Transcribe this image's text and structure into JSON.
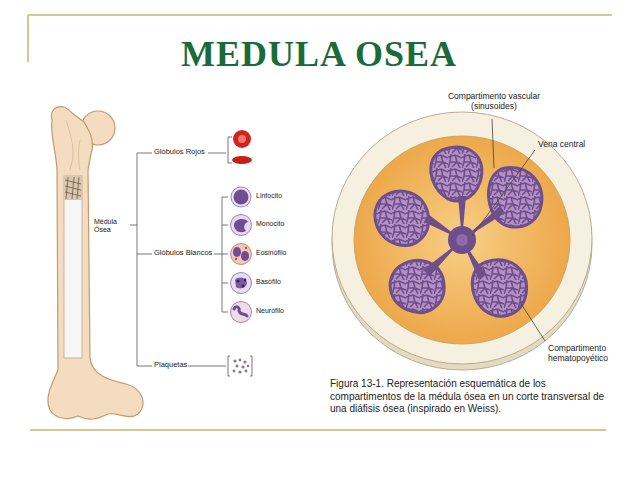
{
  "diagram": {
    "title": "MEDULA OSEA",
    "caption": "Figura 13-1. Representación esquemática de los compartimentos de la médula ósea en un corte transversal de una diáfisis ósea (inspirado en Weiss).",
    "labels": [
      "Glóbulos Rojos",
      "Linfocito",
      "Monocito",
      "Médula Ósea",
      "Glóbulos Blancos",
      "Eosinófilo",
      "Basófilo",
      "Neurófilo",
      "Plaquetas",
      "Compartimento vascular (sinusoides)",
      "Vena central",
      "Compartimento hematopoyético"
    ]
  }
}
